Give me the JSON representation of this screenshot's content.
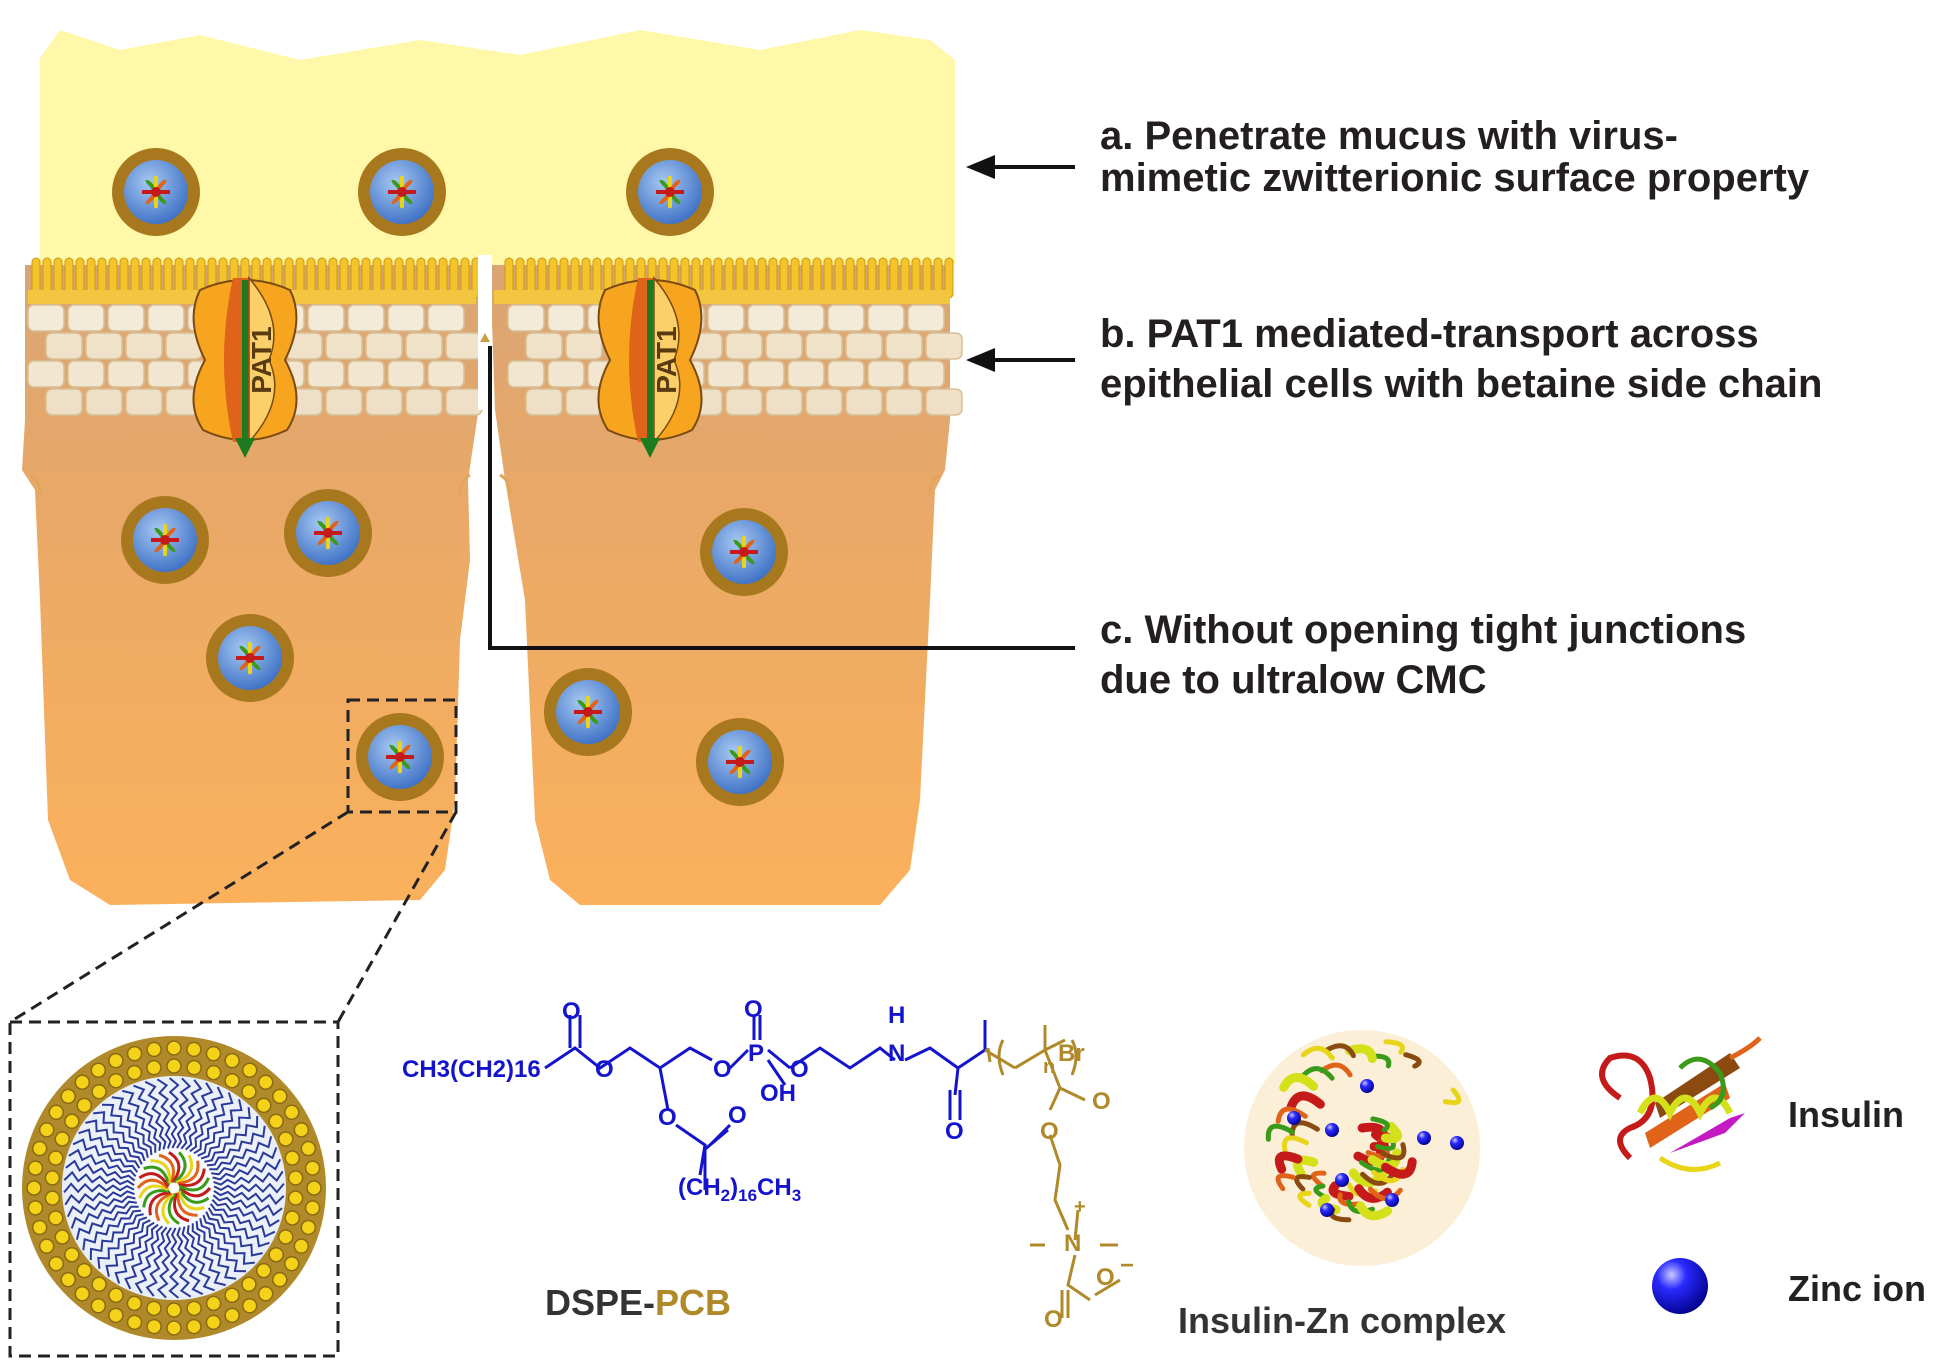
{
  "labels": {
    "a_line1": "a. Penetrate mucus with virus-",
    "a_line2": "mimetic zwitterionic surface property",
    "b_line1": "b. PAT1 mediated-transport across",
    "b_line2": "epithelial cells with betaine side chain",
    "c_line1": "c. Without opening tight junctions",
    "c_line2": "due to ultralow CMC"
  },
  "transporter": {
    "label": "PAT1"
  },
  "chemistry": {
    "left_chain": "CH3(CH2)16",
    "bottom_chain_open": "(CH",
    "bottom_chain_sub": "2",
    "bottom_chain_mid": ")",
    "bottom_chain_sub2": "16",
    "bottom_chain_end": "CH",
    "bottom_chain_sub3": "3",
    "O": "O",
    "P": "P",
    "OH": "OH",
    "H": "H",
    "N": "N",
    "n": "n",
    "Br": "Br",
    "plus": "+",
    "minus": "−",
    "name_part1": "DSPE-",
    "name_part2": "PCB"
  },
  "legend": {
    "complex_caption": "Insulin-Zn complex",
    "insulin": "Insulin",
    "zinc": "Zinc ion"
  },
  "colors": {
    "mucus": "#fff8a8",
    "cell": "#f6b46a",
    "shell": "#b48a2a",
    "core": "#5b8fd8",
    "polymer": "#b08a2a",
    "lipid": "#1414cc",
    "arrow_green": "#1e7a1e"
  }
}
